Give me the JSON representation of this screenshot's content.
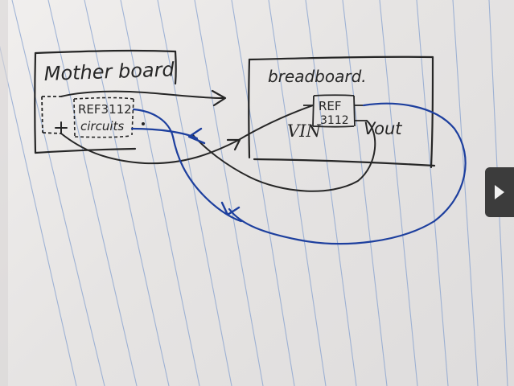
{
  "diagram": {
    "motherboard_label": "Mother board",
    "ref_chip_label": "REF3112",
    "circuits_label": "circuits",
    "breadboard_label": "breadboard.",
    "ref_label_top": "REF",
    "ref_label_bottom": "3112",
    "vin_label": "VIN",
    "vout_label": "Vout"
  },
  "colors": {
    "ink": "#262626",
    "blue_wire": "#1d3f9e",
    "paper": "#ebe9e8",
    "rule_line": "#7f9bcc"
  },
  "icons": {
    "next": "play-right-icon"
  }
}
